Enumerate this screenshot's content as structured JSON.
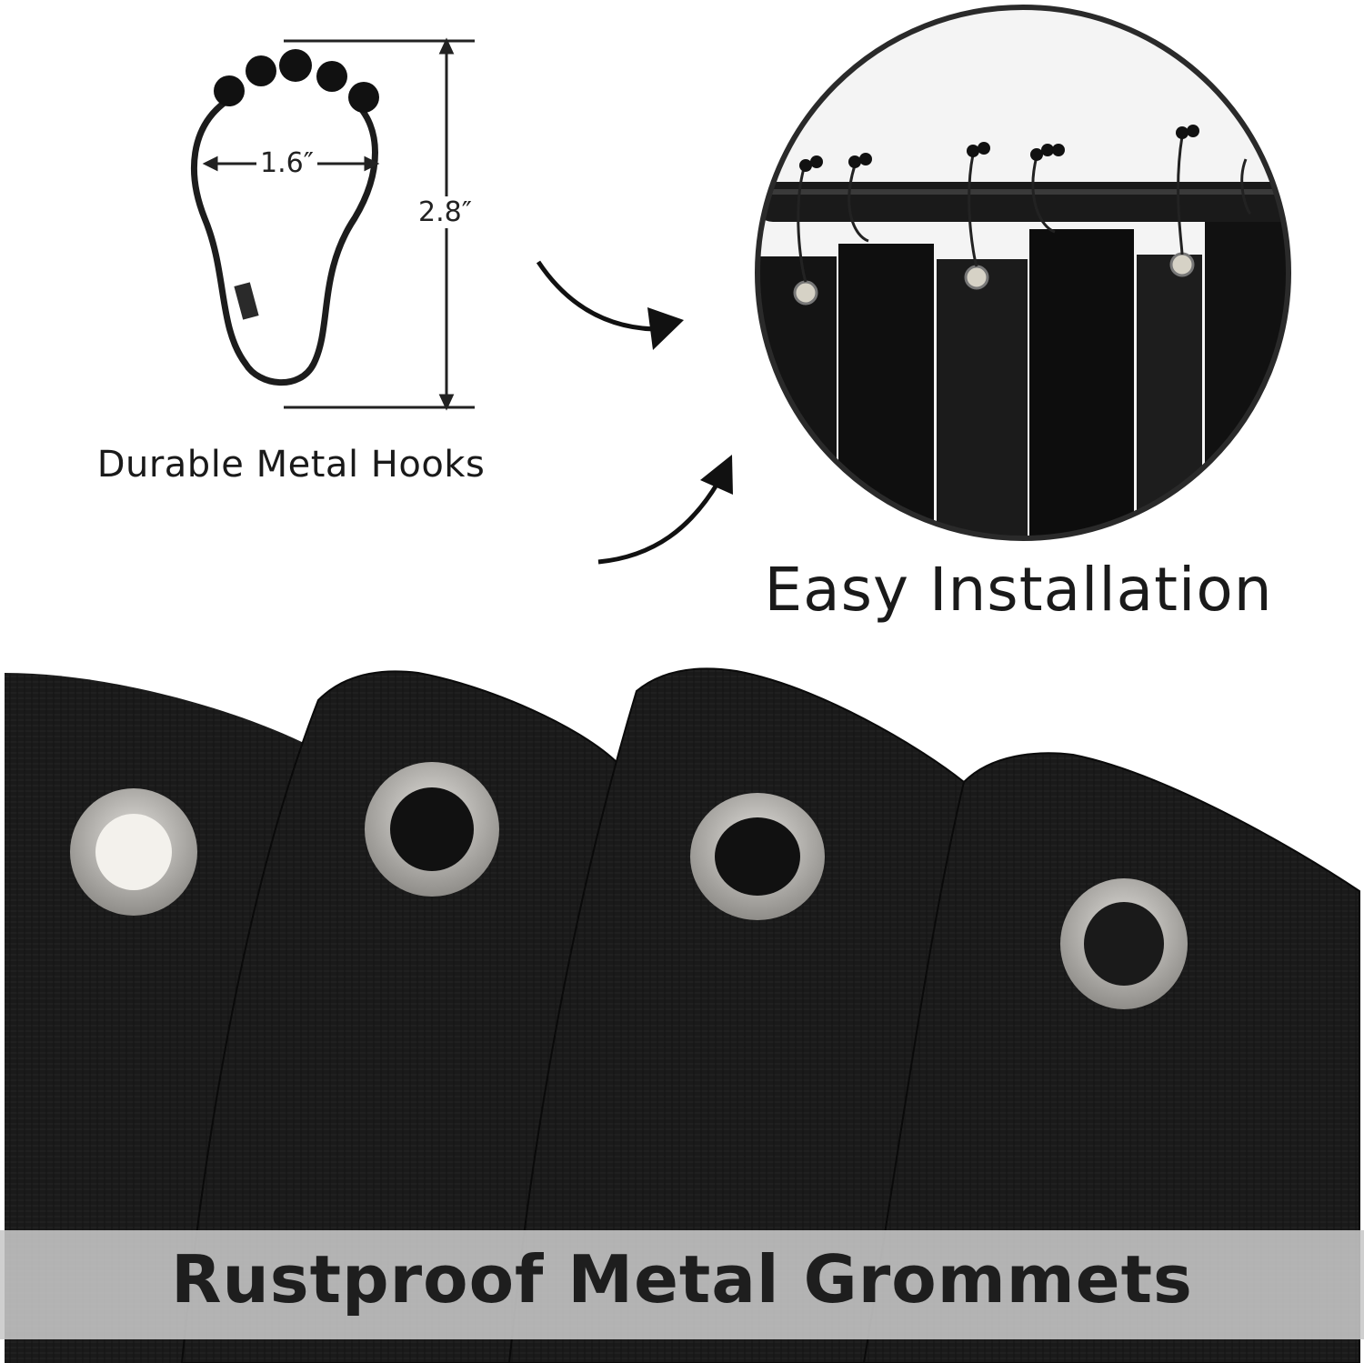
{
  "hook": {
    "width_label": "1.6″",
    "height_label": "2.8″",
    "caption": "Durable Metal Hooks"
  },
  "installation": {
    "caption": "Easy Installation"
  },
  "grommets": {
    "banner": "Rustproof Metal Grommets"
  },
  "colors": {
    "fabric": "#1a1a1a",
    "grommet": "#b9b9b6",
    "banner": "#c8c8c8"
  }
}
